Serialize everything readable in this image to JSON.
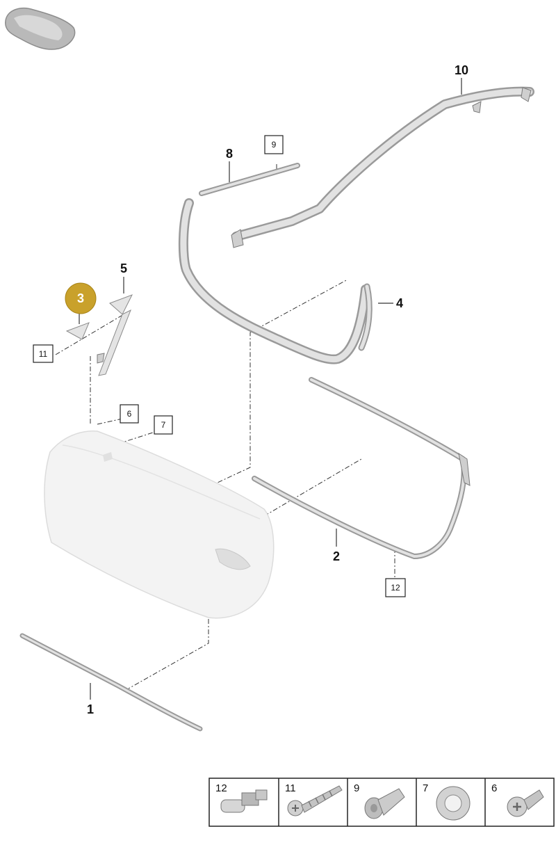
{
  "callouts": {
    "c1": "1",
    "c2": "2",
    "c3": "3",
    "c4": "4",
    "c5": "5",
    "c8": "8",
    "c10": "10"
  },
  "boxed_callouts": {
    "b6": "6",
    "b7": "7",
    "b9": "9",
    "b11_left": "11",
    "b12": "12"
  },
  "highlight_color": "#c9a12b",
  "hardware_table": {
    "items": [
      {
        "number": "12",
        "icon": "expanding-clip-icon"
      },
      {
        "number": "11",
        "icon": "self-tapping-screw-icon"
      },
      {
        "number": "9",
        "icon": "flange-bolt-icon"
      },
      {
        "number": "7",
        "icon": "spacer-washer-icon"
      },
      {
        "number": "6",
        "icon": "torx-screw-icon"
      }
    ]
  }
}
